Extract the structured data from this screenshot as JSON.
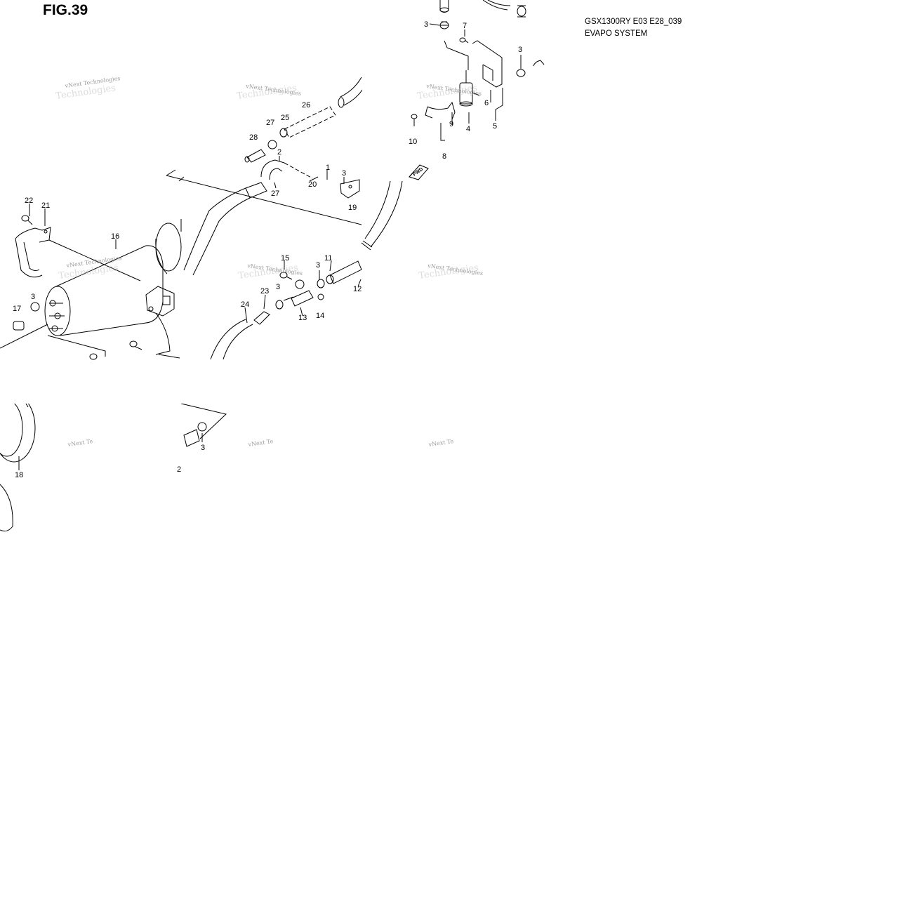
{
  "figure": {
    "title": "FIG.39",
    "model_code": "GSX1300RY E03 E28_039",
    "system_name": "EVAPO SYSTEM"
  },
  "watermark": {
    "text": "vNext Technologies",
    "text_short": "vNext Te",
    "text_bold": "Technologies"
  },
  "direction_marker": "FWD",
  "callouts": {
    "c1": "1",
    "c2": "2",
    "c3a": "3",
    "c3b": "3",
    "c3c": "3",
    "c3d": "3",
    "c3e": "3",
    "c3f": "3",
    "c3g": "3",
    "c4": "4",
    "c5": "5",
    "c6": "6",
    "c7": "7",
    "c8": "8",
    "c9": "9",
    "c10": "10",
    "c11": "11",
    "c12": "12",
    "c13": "13",
    "c14": "14",
    "c15": "15",
    "c16": "16",
    "c17": "17",
    "c18": "18",
    "c19": "19",
    "c20": "20",
    "c21": "21",
    "c22": "22",
    "c23": "23",
    "c24": "24",
    "c25": "25",
    "c26": "26",
    "c27a": "27",
    "c27b": "27",
    "c28": "28",
    "c2b": "2"
  },
  "colors": {
    "ink": "#000000",
    "background": "#ffffff"
  }
}
